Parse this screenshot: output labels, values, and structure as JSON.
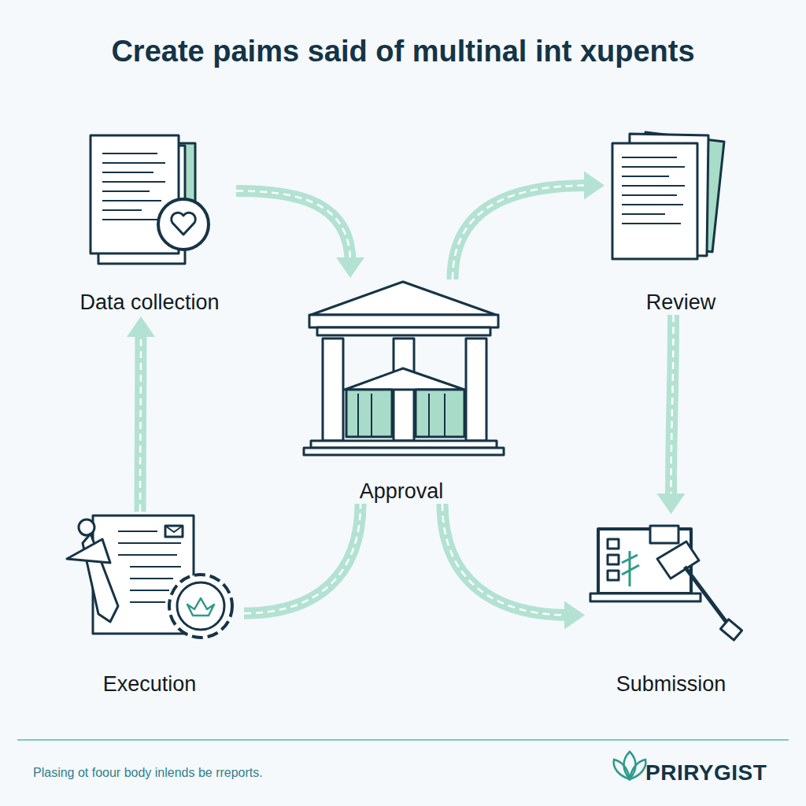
{
  "diagram": {
    "title": "Create paims said of multinal int xupents",
    "caption": "Plasing ot foour body inlends be rreports.",
    "nodes": [
      {
        "text": [
          "Data collection"
        ]
      },
      {
        "text": [
          "Review"
        ]
      },
      {
        "text": [
          "Approval"
        ]
      },
      {
        "text": [
          "Execution"
        ]
      },
      {
        "text": [
          "Submission"
        ]
      }
    ],
    "edges": [
      {
        "from": 0,
        "to": 2,
        "arrow": "to"
      },
      {
        "from": 2,
        "to": 1,
        "arrow": "to"
      },
      {
        "from": 1,
        "to": 4,
        "arrow": "to"
      },
      {
        "from": 2,
        "to": 4,
        "arrow": "to"
      },
      {
        "from": 3,
        "to": 2,
        "arrow": "none"
      },
      {
        "from": 3,
        "to": 0,
        "arrow": "to"
      }
    ],
    "labels": [
      "PRIRYGIST"
    ]
  }
}
